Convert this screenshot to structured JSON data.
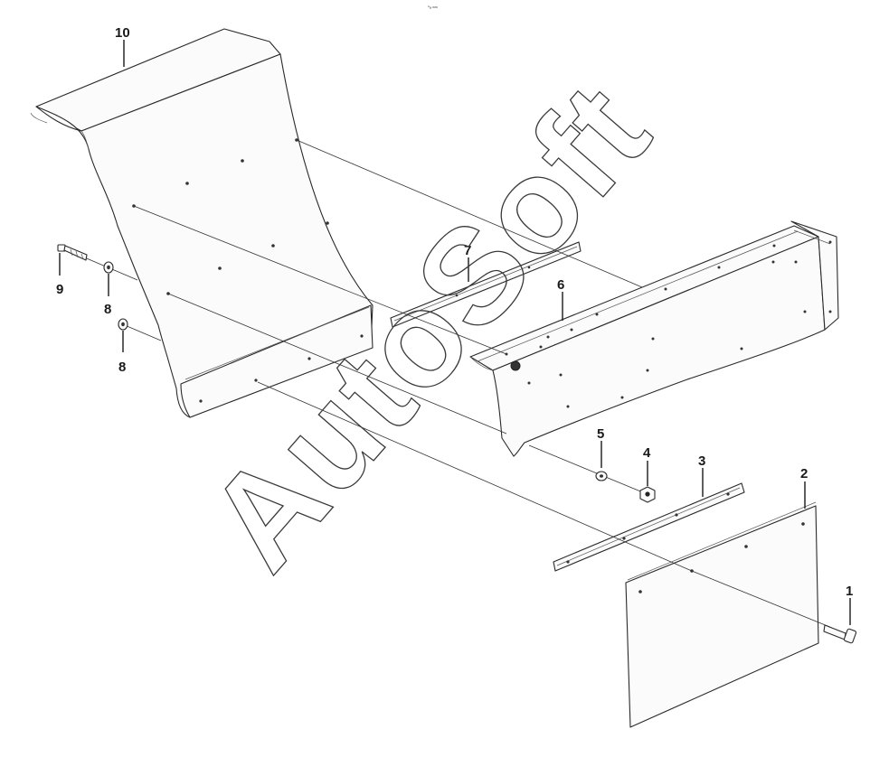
{
  "diagram": {
    "header_mark": "ⁿₐ ₙₙₙ",
    "watermark": "AutoSoft",
    "callouts": [
      {
        "id": "1",
        "label": "1"
      },
      {
        "id": "2",
        "label": "2"
      },
      {
        "id": "3",
        "label": "3"
      },
      {
        "id": "4",
        "label": "4"
      },
      {
        "id": "5",
        "label": "5"
      },
      {
        "id": "6",
        "label": "6"
      },
      {
        "id": "7",
        "label": "7"
      },
      {
        "id": "8a",
        "label": "8"
      },
      {
        "id": "8b",
        "label": "8"
      },
      {
        "id": "9",
        "label": "9"
      },
      {
        "id": "10",
        "label": "10"
      }
    ]
  }
}
